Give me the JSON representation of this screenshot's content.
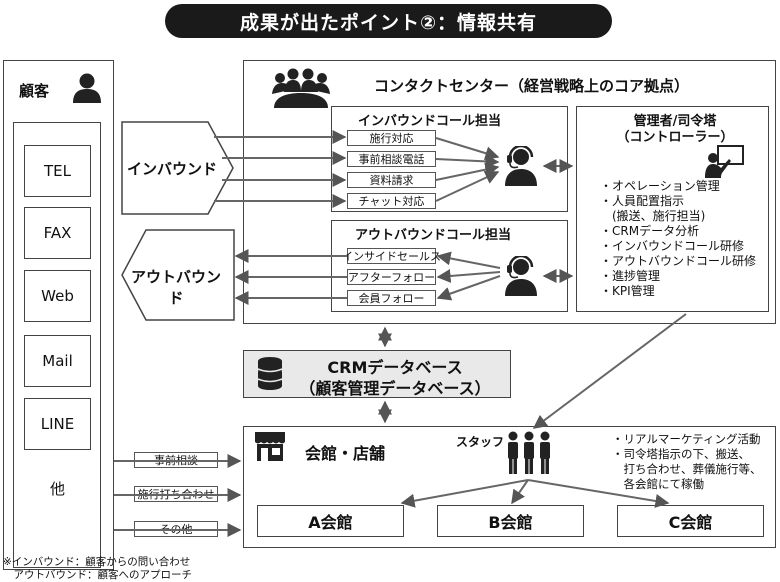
{
  "title": "成果が出たポイント②：情報共有",
  "customer": {
    "label": "顧客",
    "channels": [
      "TEL",
      "FAX",
      "Web",
      "Mail",
      "LINE",
      "他"
    ]
  },
  "inbound": "インバウンド",
  "outbound": "アウトバウンド",
  "contact_center": {
    "title": "コンタクトセンター（経営戦略上のコア拠点）",
    "inbound_team": {
      "title": "インバウンドコール担当",
      "tasks": [
        "施行対応",
        "事前相談電話",
        "資料請求",
        "チャット対応"
      ]
    },
    "outbound_team": {
      "title": "アウトバウンドコール担当",
      "tasks": [
        "インサイドセールス",
        "アフターフォロー",
        "会員フォロー"
      ]
    },
    "manager": {
      "title_line1": "管理者/司令塔",
      "title_line2": "（コントローラー）",
      "items": [
        "・オペレーション管理",
        "・人員配置指示",
        "　(搬送、施行担当)",
        "・CRMデータ分析",
        "・インバウンドコール研修",
        "・アウトバウンドコール研修",
        "・進捗管理",
        "・KPI管理"
      ]
    }
  },
  "crm": {
    "line1": "CRMデータベース",
    "line2": "（顧客管理データベース）"
  },
  "hall": {
    "title": "会館・店舗",
    "staff_label": "スタッフ",
    "notes": [
      "・リアルマーケティング活動",
      "・司令塔指示の下、搬送、",
      "　打ち合わせ、葬儀施行等、",
      "　各会館にて稼働"
    ],
    "halls": [
      "A会館",
      "B会館",
      "C会館"
    ],
    "visits": [
      "事前相談",
      "施行打ち合わせ",
      "その他"
    ]
  },
  "footnote": {
    "line1": "※インバウンド：顧客からの問い合わせ",
    "line2": "　アウトバウンド：顧客へのアプローチ"
  }
}
